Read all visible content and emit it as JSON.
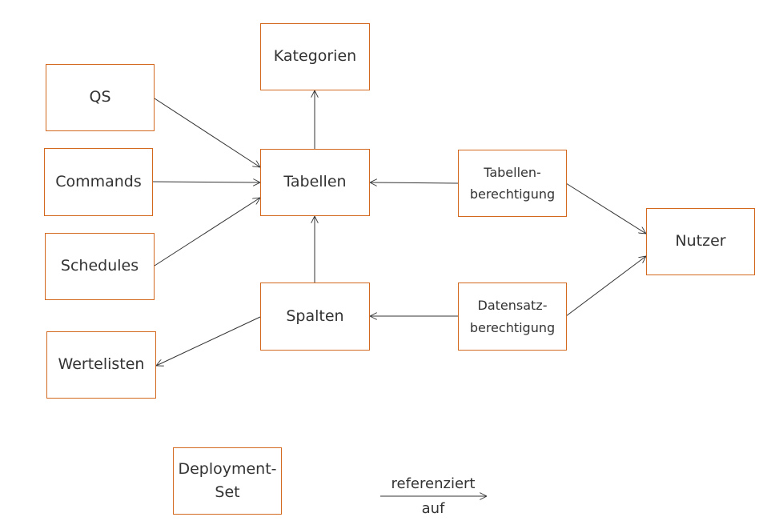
{
  "diagram": {
    "nodes": {
      "kategorien": "Kategorien",
      "qs": "QS",
      "commands": "Commands",
      "schedules": "Schedules",
      "tabellen": "Tabellen",
      "spalten": "Spalten",
      "wertelisten": "Wertelisten",
      "tabellenberechtigung": "Tabellen-\nberechtigung",
      "datensatzberechtigung": "Datensatz-\nberechtigung",
      "nutzer": "Nutzer",
      "deployment_set": "Deployment-\nSet"
    },
    "edges": [
      {
        "from": "QS",
        "to": "Tabellen"
      },
      {
        "from": "Commands",
        "to": "Tabellen"
      },
      {
        "from": "Schedules",
        "to": "Tabellen"
      },
      {
        "from": "Tabellen",
        "to": "Kategorien"
      },
      {
        "from": "Spalten",
        "to": "Tabellen"
      },
      {
        "from": "Spalten",
        "to": "Wertelisten"
      },
      {
        "from": "Tabellen-berechtigung",
        "to": "Tabellen"
      },
      {
        "from": "Datensatz-berechtigung",
        "to": "Spalten"
      },
      {
        "from": "Tabellen-berechtigung",
        "to": "Nutzer"
      },
      {
        "from": "Datensatz-berechtigung",
        "to": "Nutzer"
      }
    ],
    "legend": {
      "label_top": "referenziert",
      "label_bottom": "auf"
    },
    "colors": {
      "box_border": "#d2691e",
      "arrow": "#333333",
      "text": "#333333"
    }
  }
}
